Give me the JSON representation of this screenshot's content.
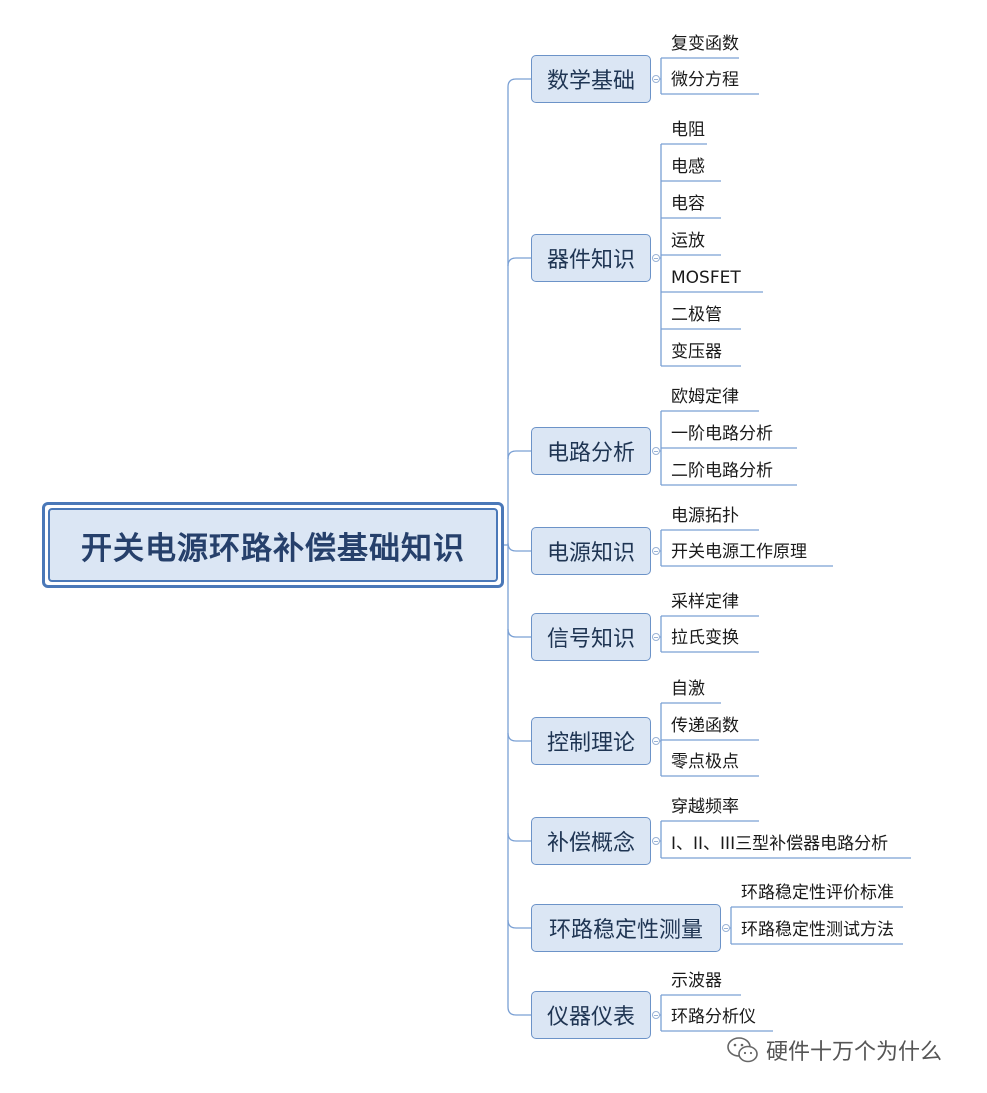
{
  "root": {
    "label": "开关电源环路补偿基础知识"
  },
  "branches": [
    {
      "label": "数学基础",
      "items": [
        "复变函数",
        "微分方程"
      ]
    },
    {
      "label": "器件知识",
      "items": [
        "电阻",
        "电感",
        "电容",
        "运放",
        "MOSFET",
        "二极管",
        "变压器"
      ]
    },
    {
      "label": "电路分析",
      "items": [
        "欧姆定律",
        "一阶电路分析",
        "二阶电路分析"
      ]
    },
    {
      "label": "电源知识",
      "items": [
        "电源拓扑",
        "开关电源工作原理"
      ]
    },
    {
      "label": "信号知识",
      "items": [
        "采样定律",
        "拉氏变换"
      ]
    },
    {
      "label": "控制理论",
      "items": [
        "自激",
        "传递函数",
        "零点极点"
      ]
    },
    {
      "label": "补偿概念",
      "items": [
        "穿越频率",
        "I、II、III三型补偿器电路分析"
      ]
    },
    {
      "label": "环路稳定性测量",
      "items": [
        "环路稳定性评价标准",
        "环路稳定性测试方法"
      ]
    },
    {
      "label": "仪器仪表",
      "items": [
        "示波器",
        "环路分析仪"
      ]
    }
  ],
  "watermark": {
    "text": "硬件十万个为什么",
    "icon": "wechat-icon"
  },
  "colors": {
    "line": "#7aa0d4",
    "branch_fill": "#dbe6f4",
    "branch_border": "#6c93c8",
    "root_border": "#4a78b8",
    "root_text": "#26406b"
  }
}
